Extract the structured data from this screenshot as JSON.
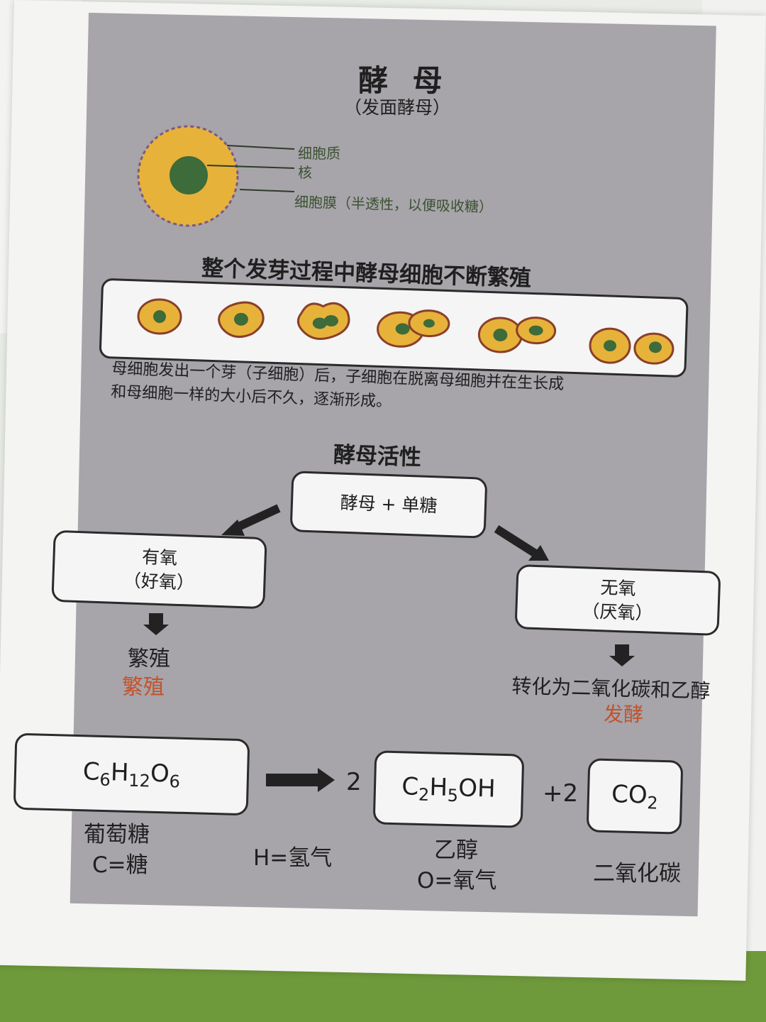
{
  "title": "酵 母",
  "subtitle": "（发面酵母）",
  "cell_diagram": {
    "labels": [
      "细胞质",
      "核",
      "细胞膜（半透性，以便吸收糖）"
    ],
    "colors": {
      "cytoplasm": "#e7b23a",
      "nucleus": "#3d6b3a",
      "membrane": "#7c5a86"
    }
  },
  "budding": {
    "heading": "整个发芽过程中酵母细胞不断繁殖",
    "description_line1": "母细胞发出一个芽（子细胞）后，子细胞在脱离母细胞并在生长成",
    "description_line2": "和母细胞一样的大小后不久，逐渐形成。",
    "stages": 6
  },
  "activity": {
    "heading": "酵母活性",
    "top_box": "酵母 + 单糖",
    "left_box": {
      "line1": "有氧",
      "line2": "（好氧）"
    },
    "right_box": {
      "line1": "无氧",
      "line2": "（厌氧）"
    },
    "left_result": "繁殖",
    "left_result_note": "繁殖",
    "right_result": "转化为二氧化碳和乙醇",
    "right_result_note": "发酵"
  },
  "equation": {
    "glucose": {
      "main": "C",
      "parts": [
        "C",
        "6",
        "H",
        "12",
        "O",
        "6"
      ]
    },
    "coef1": "2",
    "ethanol": {
      "parts": [
        "C",
        "2",
        "H",
        "5",
        "OH"
      ]
    },
    "coef2": "+2",
    "co2": {
      "parts": [
        "CO",
        "2"
      ]
    },
    "glucose_caption1": "葡萄糖",
    "glucose_caption2": "C=糖",
    "hydrogen_caption": "H=氢气",
    "ethanol_caption1": "乙醇",
    "ethanol_caption2": "O=氧气",
    "co2_caption": "二氧化碳"
  },
  "colors": {
    "panel": "#a7a4aa",
    "accent_orange": "#c2532a",
    "table_green": "#6f9a3b"
  }
}
